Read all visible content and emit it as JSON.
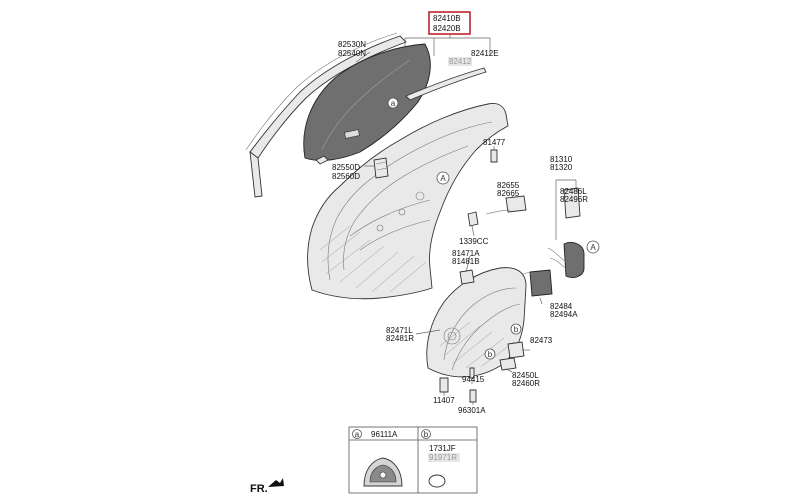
{
  "highlighted_part": {
    "line1": "82410B",
    "line2": "82420B"
  },
  "labels": {
    "glass_outer": [
      "82530N",
      "82540N"
    ],
    "glass_run": "82412E",
    "glass_run_gray": "82412",
    "bracket_left": [
      "82550D",
      "82560D"
    ],
    "bolt_81477": "81477",
    "cable_82655": [
      "82655",
      "82665"
    ],
    "latch_81310": [
      "81310",
      "81320"
    ],
    "latch_82486": [
      "82486L",
      "82496R"
    ],
    "screw_1339": "1339CC",
    "bracket_81471": [
      "81471A",
      "81481B"
    ],
    "regulator_82471": [
      "82471L",
      "82481R"
    ],
    "handle_82484": [
      "82484",
      "82494A"
    ],
    "bracket_82473": "82473",
    "screw_94415": "94415",
    "motor_82450": [
      "82450L",
      "82460R"
    ],
    "bolt_11407": "11407",
    "clip_96301": "96301A"
  },
  "callouts": {
    "a": "a",
    "b": "b",
    "A": "A"
  },
  "legend": {
    "a_code": "96111A",
    "b_code": "1731JF",
    "b_code_gray": "91971R"
  },
  "orientation": "FR."
}
